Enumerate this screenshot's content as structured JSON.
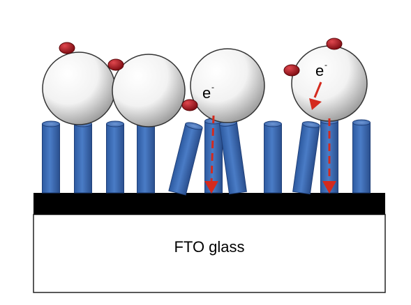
{
  "substrate": {
    "label": "FTO glass"
  },
  "electron_labels": [
    {
      "symbol": "e",
      "charge": "-"
    },
    {
      "symbol": "e",
      "charge": "-"
    }
  ],
  "colors": {
    "nanorod_fill": "#3f6fb6",
    "nanorod_stroke": "#1f3f78",
    "conductive_layer": "#000000",
    "glass_fill": "#ffffff",
    "glass_stroke": "#222222",
    "particle_fill": "#f2f2f2",
    "particle_stroke": "#333333",
    "dye_molecule": "#b8151d",
    "electron_path": "#d42a1e"
  }
}
